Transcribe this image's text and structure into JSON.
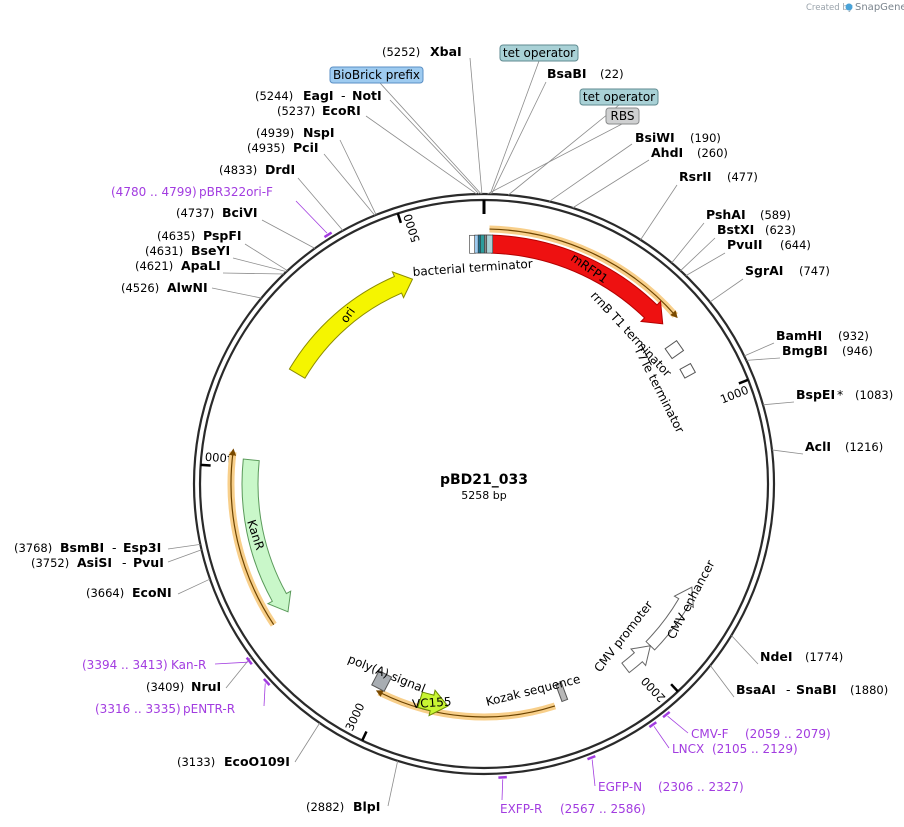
{
  "credit": {
    "prefix": "Created by",
    "brand": "SnapGene"
  },
  "plasmid": {
    "name": "pBD21_033",
    "size_label": "5258 bp",
    "length": 5258
  },
  "ticks": [
    {
      "pos": 1000,
      "label": "1000"
    },
    {
      "pos": 2000,
      "label": "2000"
    },
    {
      "pos": 3000,
      "label": "3000"
    },
    {
      "pos": 4000,
      "label": "4000"
    },
    {
      "pos": 5000,
      "label": "5000"
    }
  ],
  "sites": [
    {
      "id": "xbai",
      "name": "XbaI",
      "pos": "(5252)",
      "side": "left"
    },
    {
      "id": "bsabi",
      "name": "BsaBI",
      "pos": "(22)",
      "side": "right"
    },
    {
      "id": "eagi",
      "name": "EagI",
      "sep": "-",
      "name2": "NotI",
      "pos": "(5244)",
      "side": "left"
    },
    {
      "id": "ecori",
      "name": "EcoRI",
      "pos": "(5237)",
      "side": "left"
    },
    {
      "id": "bsiwi",
      "name": "BsiWI",
      "pos": "(190)",
      "side": "right"
    },
    {
      "id": "ahdi",
      "name": "AhdI",
      "pos": "(260)",
      "side": "right"
    },
    {
      "id": "nspi",
      "name": "NspI",
      "pos": "(4939)",
      "side": "left"
    },
    {
      "id": "pcii",
      "name": "PciI",
      "pos": "(4935)",
      "side": "left"
    },
    {
      "id": "rsrii",
      "name": "RsrII",
      "pos": "(477)",
      "side": "right"
    },
    {
      "id": "drdi",
      "name": "DrdI",
      "pos": "(4833)",
      "side": "left"
    },
    {
      "id": "bcivi",
      "name": "BciVI",
      "pos": "(4737)",
      "side": "left"
    },
    {
      "id": "pshai",
      "name": "PshAI",
      "pos": "(589)",
      "side": "right"
    },
    {
      "id": "bstxi",
      "name": "BstXI",
      "pos": "(623)",
      "side": "right"
    },
    {
      "id": "pspfi",
      "name": "PspFI",
      "pos": "(4635)",
      "side": "left"
    },
    {
      "id": "pvuii",
      "name": "PvuII",
      "pos": "(644)",
      "side": "right"
    },
    {
      "id": "bseyi",
      "name": "BseYI",
      "pos": "(4631)",
      "side": "left"
    },
    {
      "id": "apali",
      "name": "ApaLI",
      "pos": "(4621)",
      "side": "left"
    },
    {
      "id": "sgrai",
      "name": "SgrAI",
      "pos": "(747)",
      "side": "right"
    },
    {
      "id": "alwni",
      "name": "AlwNI",
      "pos": "(4526)",
      "side": "left"
    },
    {
      "id": "bamhi",
      "name": "BamHI",
      "pos": "(932)",
      "side": "right"
    },
    {
      "id": "bmgbi",
      "name": "BmgBI",
      "pos": "(946)",
      "side": "right"
    },
    {
      "id": "bspei",
      "name": "BspEI",
      "star": "*",
      "pos": "(1083)",
      "side": "right"
    },
    {
      "id": "acli",
      "name": "AclI",
      "pos": "(1216)",
      "side": "right"
    },
    {
      "id": "bsmbi",
      "name": "BsmBI",
      "sep": "-",
      "name2": "Esp3I",
      "pos": "(3768)",
      "side": "left"
    },
    {
      "id": "asisi",
      "name": "AsiSI",
      "sep": "-",
      "name2": "PvuI",
      "pos": "(3752)",
      "side": "left"
    },
    {
      "id": "econi",
      "name": "EcoNI",
      "pos": "(3664)",
      "side": "left"
    },
    {
      "id": "ndei",
      "name": "NdeI",
      "pos": "(1774)",
      "side": "right"
    },
    {
      "id": "nrui",
      "name": "NruI",
      "pos": "(3409)",
      "side": "left"
    },
    {
      "id": "bsaai",
      "name": "BsaAI",
      "sep": "-",
      "name2": "SnaBI",
      "pos": "(1880)",
      "side": "right"
    },
    {
      "id": "ecoo109i",
      "name": "EcoO109I",
      "pos": "(3133)",
      "side": "left"
    },
    {
      "id": "blpi",
      "name": "BlpI",
      "pos": "(2882)",
      "side": "left"
    }
  ],
  "primers": [
    {
      "id": "pbr322ori-f",
      "name": "pBR322ori-F",
      "range": "(4780 .. 4799)",
      "side": "left"
    },
    {
      "id": "kan-r",
      "name": "Kan-R",
      "range": "(3394 .. 3413)",
      "side": "left"
    },
    {
      "id": "pentr-r",
      "name": "pENTR-R",
      "range": "(3316 .. 3335)",
      "side": "left"
    },
    {
      "id": "cmv-f",
      "name": "CMV-F",
      "range": "(2059 .. 2079)",
      "side": "right"
    },
    {
      "id": "lncx",
      "name": "LNCX",
      "range": "(2105 .. 2129)",
      "side": "right"
    },
    {
      "id": "egfp-n",
      "name": "EGFP-N",
      "range": "(2306 .. 2327)",
      "side": "right"
    },
    {
      "id": "exfp-r",
      "name": "EXFP-R",
      "range": "(2567 .. 2586)",
      "side": "right"
    }
  ],
  "tags": [
    {
      "id": "biobrick-prefix",
      "label": "BioBrick prefix",
      "fill": "#9ecbf0",
      "stroke": "#5b8fc4"
    },
    {
      "id": "tet-operator-1",
      "label": "tet operator",
      "fill": "#a9d1d6",
      "stroke": "#5f8a90"
    },
    {
      "id": "tet-operator-2",
      "label": "tet operator",
      "fill": "#a9d1d6",
      "stroke": "#5f8a90"
    },
    {
      "id": "rbs",
      "label": "RBS",
      "fill": "#cfd0d1",
      "stroke": "#8a8b8c"
    }
  ],
  "features": [
    {
      "id": "mrfp1",
      "label": "mRFP1",
      "start": 27,
      "end": 703,
      "color": "#ee1111",
      "strand": 1
    },
    {
      "id": "ori",
      "label": "ori",
      "start": 4390,
      "end": 4977,
      "color": "#f5f500",
      "strand": 1
    },
    {
      "id": "kanr",
      "label": "KanR",
      "start": 3460,
      "end": 4030,
      "color": "#c9f7c9",
      "strand": -1
    },
    {
      "id": "vc155",
      "label": "VC155",
      "start": 2764,
      "end": 2870,
      "color": "#c8f533",
      "strand": -1
    },
    {
      "id": "cmv-enhancer",
      "label": "CMV enhancer",
      "start": 1700,
      "end": 1960,
      "color": "#ffffff",
      "strand": -1
    },
    {
      "id": "cmv-promoter",
      "label": "CMV promoter",
      "start": 1960,
      "end": 2080,
      "color": "#ffffff",
      "strand": -1
    },
    {
      "id": "kozak-sequence",
      "label": "Kozak sequence",
      "pos": 2330,
      "color": "#b8b8b8"
    },
    {
      "id": "poly-a-signal",
      "label": "poly(A) signal",
      "pos": 3030,
      "color": "#a8adb2"
    },
    {
      "id": "bacterial-terminator",
      "label": "bacterial terminator",
      "pos": 5235,
      "color": "#ffffff"
    },
    {
      "id": "rrnb-t1-terminator",
      "label": "rrnB T1 terminator",
      "pos": 800,
      "color": "#ffffff"
    },
    {
      "id": "t7te-terminator",
      "label": "T7Te terminator",
      "pos": 890,
      "color": "#ffffff"
    }
  ],
  "orfs": [
    {
      "id": "orf-mrfp1",
      "start": 18,
      "end": 710,
      "strand": 1
    },
    {
      "id": "orf-kanr",
      "start": 3450,
      "end": 4050,
      "strand": 1
    },
    {
      "id": "orf-vc155",
      "start": 2370,
      "end": 3020,
      "strand": -1
    }
  ]
}
